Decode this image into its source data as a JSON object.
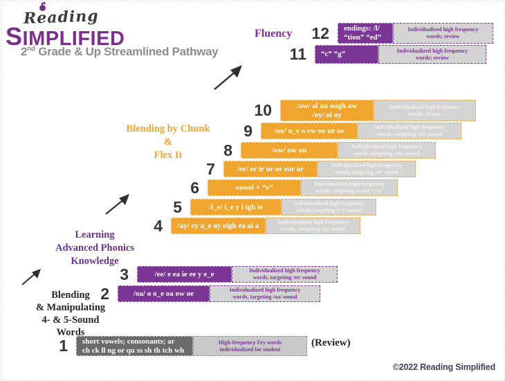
{
  "header": {
    "logo_script": "Reading",
    "logo_main": "SIMPLIFIED",
    "tagline_num": "2",
    "tagline_ord": "nd",
    "tagline_rest": " Grade & Up Streamlined Pathway"
  },
  "section_labels": {
    "fluency": "Fluency",
    "blending_by_chunk": [
      "Blending by Chunk",
      "&",
      "Flex It"
    ],
    "advanced_phonics": [
      "Learning",
      "Advanced Phonics",
      "Knowledge"
    ],
    "blending_manipulating": [
      "Blending",
      "& Manipulating",
      "4- & 5-Sound",
      "Words"
    ]
  },
  "review_label": "(Review)",
  "copyright": "©2022 Reading Simplified",
  "colors": {
    "purple": "#7b3595",
    "orange": "#f0a62e",
    "note_gray": "#d4d4d4",
    "step1_dark_gray": "#6b6b6b"
  },
  "steps": [
    {
      "num": "1",
      "main": "short vowels; consonants; ar\nch ck ll ng or qu ss sh th tch wh",
      "note": "High-frequency Fry words\nindividualized for student"
    },
    {
      "num": "2",
      "main": "/oa/ o o_e oa ow oe",
      "note": "Individualized high frequency\nwords, targeting /oa/ sound"
    },
    {
      "num": "3",
      "main": "/ee/ e ea ie ee y e_e",
      "note": "Individualized high frequency\nwords, targeting /ee/ sound"
    },
    {
      "num": "4",
      "main": "/ay/ ey a_e ay eigh ea ai a",
      "note": "Individualized high frequency\nwords, targeting /ay/ sound"
    },
    {
      "num": "5",
      "main": "/i_e/ i_e y i igh ie",
      "note": "Individualized high frequency\nwords, targeting /i_e/ sound"
    },
    {
      "num": "6",
      "main": "vowel + “e”",
      "note": "Individualized high frequency\nwords, targeting vowel + “e”"
    },
    {
      "num": "7",
      "main": "/er/ er ir ur or ear ar",
      "note": "Individualized high frequency\nwords, targeting /er/ sound"
    },
    {
      "num": "8",
      "main": "/ow/ ow ou",
      "note": "Individualized high frequency\nwords, targeting /ow/ sound"
    },
    {
      "num": "9",
      "main": "/oo/ u_e o ew oo ue oe",
      "note": "Individualized high frequency\nwords, targeting /oo/ sound"
    },
    {
      "num": "10",
      "main": "/aw/ al au ough aw\n/oy/ oi oy",
      "note": "Individualized high frequency\nwords; review"
    },
    {
      "num": "11",
      "main": "“c” “g”",
      "note": "Individualized high frequency\nwords; review"
    },
    {
      "num": "12",
      "main": "endings: /l/\n“tion” “ed”",
      "note": "Individualized high frequency\nwords; review"
    }
  ]
}
